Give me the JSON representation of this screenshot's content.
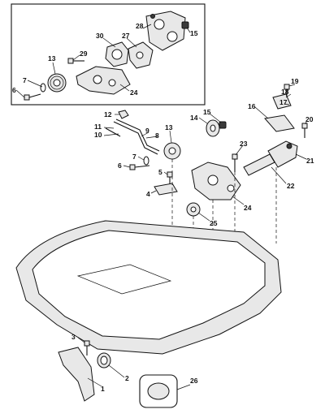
{
  "callouts": {
    "c1": "1",
    "c2": "2",
    "c3": "3",
    "c4": "4",
    "c5": "5",
    "c6_inset": "6",
    "c6": "6",
    "c7_inset": "7",
    "c7": "7",
    "c8": "8",
    "c9": "9",
    "c10": "10",
    "c11": "11",
    "c12": "12",
    "c13_inset": "13",
    "c13": "13",
    "c14": "14",
    "c15_inset": "15",
    "c15": "15",
    "c16": "16",
    "c17": "17",
    "c18": "18",
    "c19": "19",
    "c20": "20",
    "c21": "21",
    "c22": "22",
    "c23": "23",
    "c24_inset": "24",
    "c24": "24",
    "c25": "25",
    "c26": "26",
    "c27": "27",
    "c28": "28",
    "c29": "29",
    "c30": "30"
  }
}
